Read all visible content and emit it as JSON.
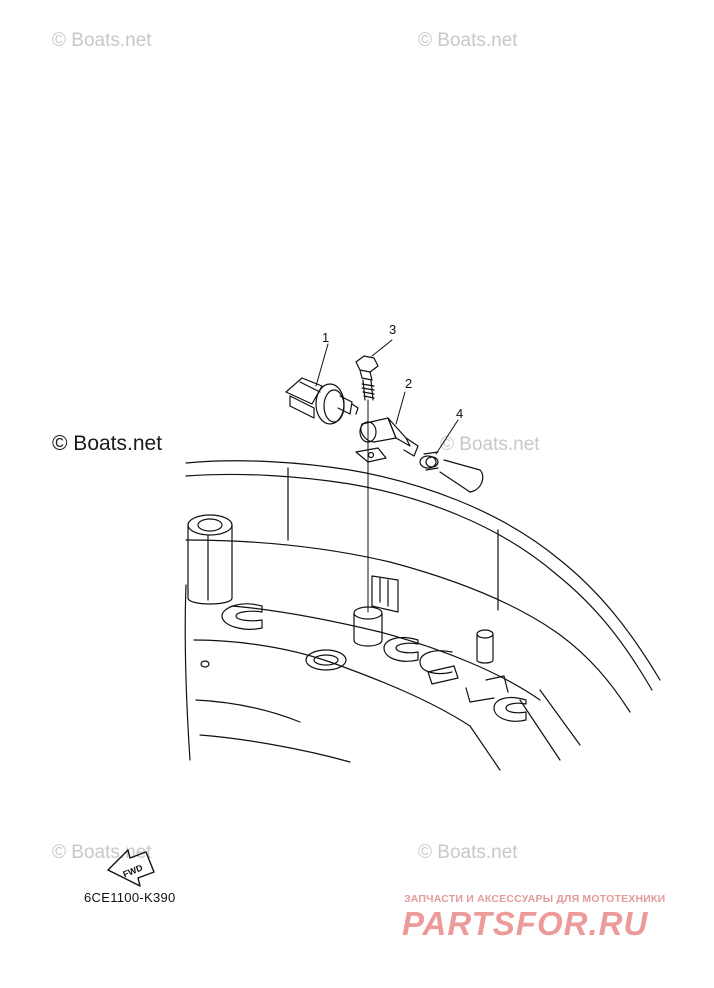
{
  "watermarks": {
    "top_left": "© Boats.net",
    "top_right": "© Boats.net",
    "mid_right": "© Boats.net",
    "bottom_left": "© Boats.net",
    "bottom_right": "© Boats.net"
  },
  "copyright_main": "© Boats.net",
  "callouts": {
    "c1": "1",
    "c2": "2",
    "c3": "3",
    "c4": "4"
  },
  "fwd_label": "FWD",
  "part_code": "6CE1100-K390",
  "shop": {
    "tagline": "ЗАПЧАСТИ И АКСЕССУАРЫ ДЛЯ МОТОТЕХНИКИ",
    "logo": "PARTSFOR.RU"
  },
  "colors": {
    "line": "#111111",
    "watermark": "#c8c8c8",
    "shop": "#ec9a9a"
  }
}
